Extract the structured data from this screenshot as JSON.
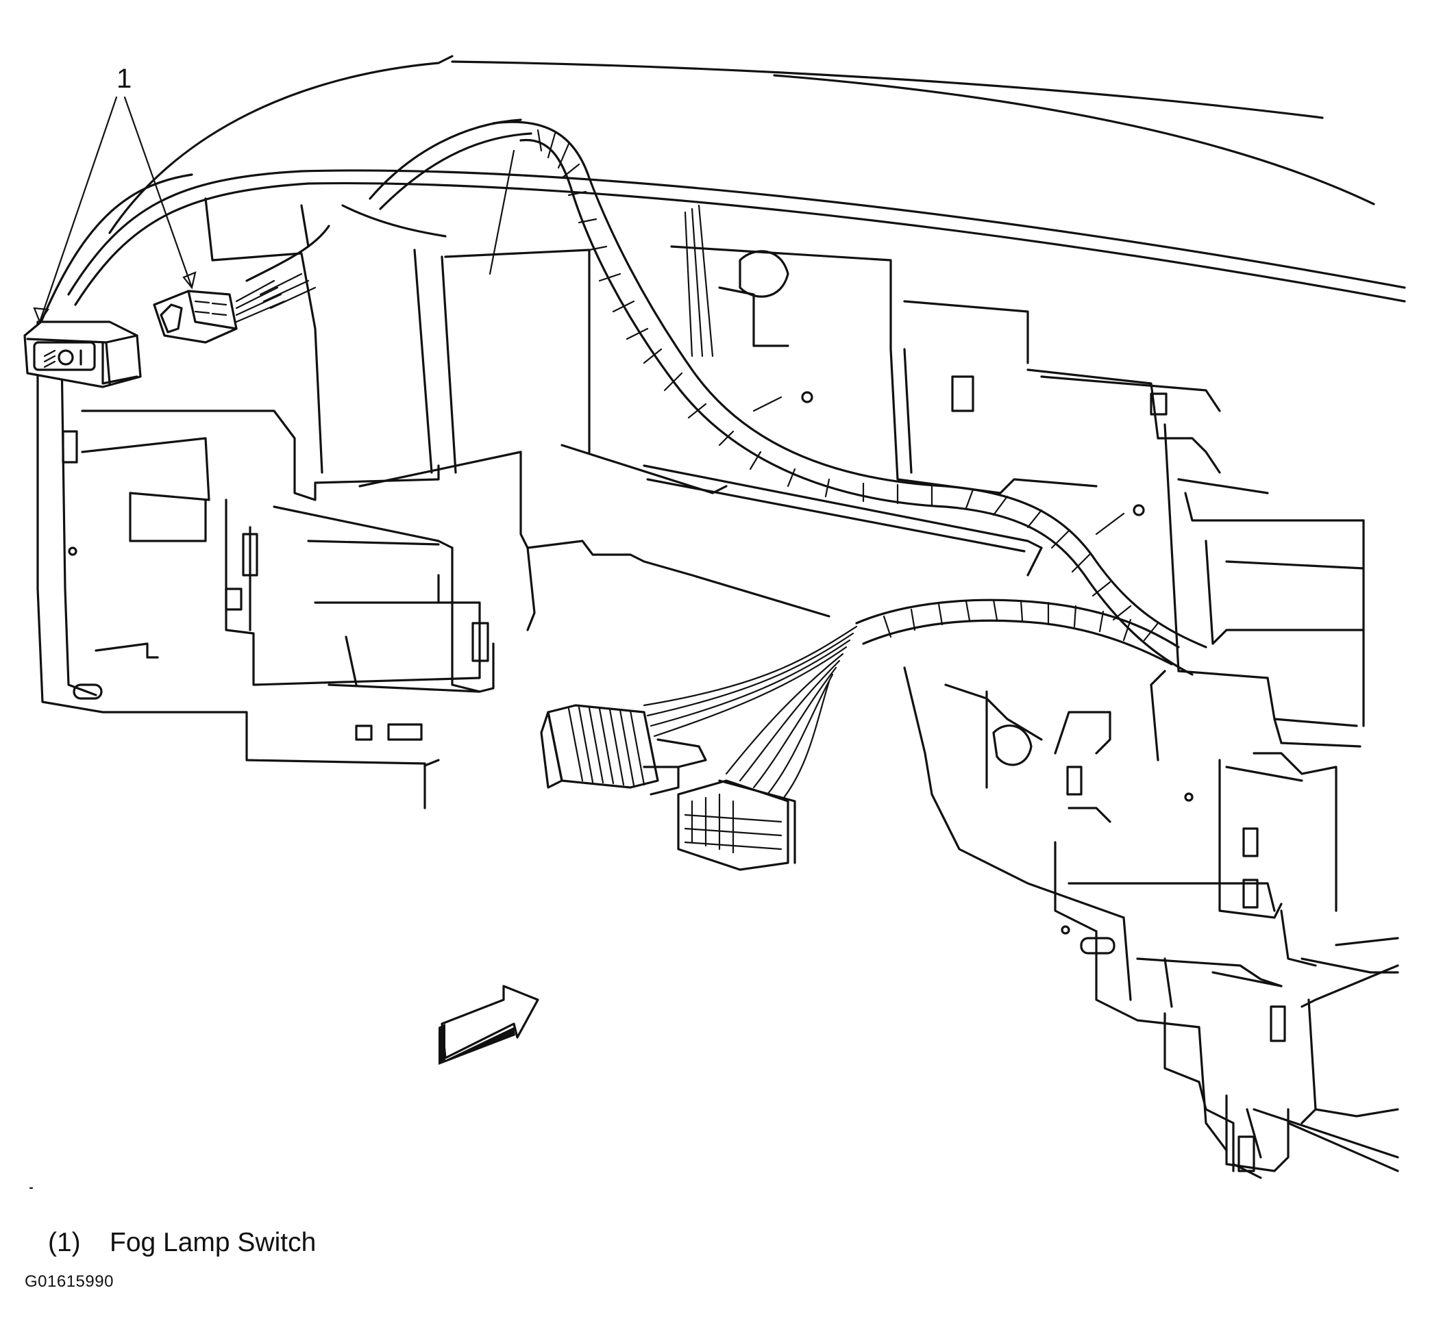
{
  "callout": {
    "number": "1"
  },
  "legend": [
    {
      "number": "(1)",
      "label": "Fog Lamp Switch"
    }
  ],
  "figure_id": "G01615990",
  "colors": {
    "line": "#111111",
    "background": "#ffffff"
  }
}
